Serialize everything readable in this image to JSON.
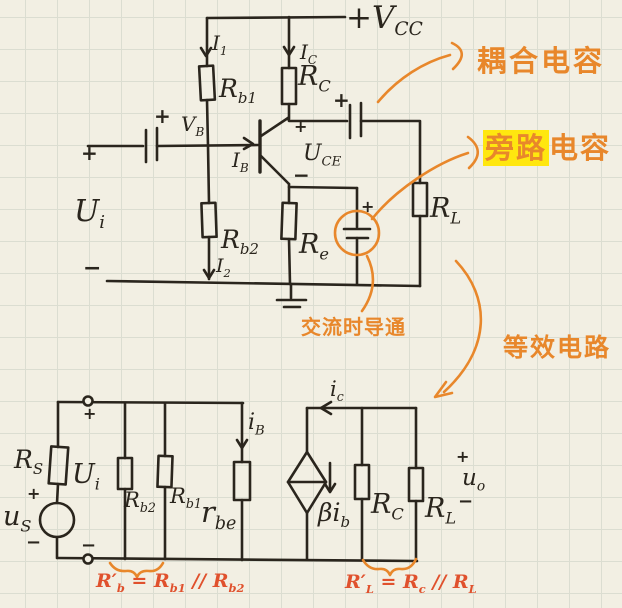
{
  "colors": {
    "paper": "#f2efe3",
    "grid": "#dbddd1",
    "ink": "#2a251d",
    "orange_annotation": "#e8872b",
    "red_orange_formula": "#e0512d",
    "yellow_highlight": "#ffe70f"
  },
  "sym": {
    "plus": "+",
    "minus": "−"
  },
  "notes": {
    "coupling_label": "耦合电容",
    "bypass_label_highlight": "旁路",
    "bypass_label_rest": "电容",
    "ac_on_label": "交流时导通",
    "equivalent_label": "等效电路"
  },
  "c1": {
    "vcc": {
      "main": "+V",
      "sub": "CC"
    },
    "i1": {
      "main": "I",
      "sub": "1"
    },
    "ic": {
      "main": "I",
      "sub": "C"
    },
    "rb1": {
      "main": "R",
      "sub": "b1"
    },
    "rc": {
      "main": "R",
      "sub": "C"
    },
    "vb": {
      "main": "V",
      "sub": "B"
    },
    "ib": {
      "main": "I",
      "sub": "B"
    },
    "uce": {
      "main": "U",
      "sub": "CE"
    },
    "ui": {
      "main": "U",
      "sub": "i"
    },
    "rb2": {
      "main": "R",
      "sub": "b2"
    },
    "i2": {
      "main": "I",
      "sub": "2"
    },
    "re": {
      "main": "R",
      "sub": "e"
    },
    "rl": {
      "main": "R",
      "sub": "L"
    }
  },
  "c2": {
    "rs": {
      "main": "R",
      "sub": "S"
    },
    "us": {
      "main": "u",
      "sub": "S"
    },
    "ui": {
      "main": "U",
      "sub": "i"
    },
    "rb2": {
      "main": "R",
      "sub": "b2"
    },
    "rb1": {
      "main": "R",
      "sub": "b1"
    },
    "ib": {
      "main": "i",
      "sub": "B"
    },
    "rbe": {
      "main": "r",
      "sub": "be"
    },
    "ic": {
      "main": "i",
      "sub": "c"
    },
    "source": {
      "main": "βi",
      "sub": "b"
    },
    "rc": {
      "main": "R",
      "sub": "C"
    },
    "rl": {
      "main": "R",
      "sub": "L"
    },
    "uo": {
      "main": "u",
      "sub": "o"
    }
  },
  "formulas": {
    "rb": {
      "p1": "R′",
      "s1": "b",
      "p2": " = R",
      "s2": "b1",
      "p3": " // R",
      "s3": "b2"
    },
    "rl": {
      "p1": "R′",
      "s1": "L",
      "p2": " = R",
      "s2": "c",
      "p3": " // R",
      "s3": "L"
    }
  }
}
